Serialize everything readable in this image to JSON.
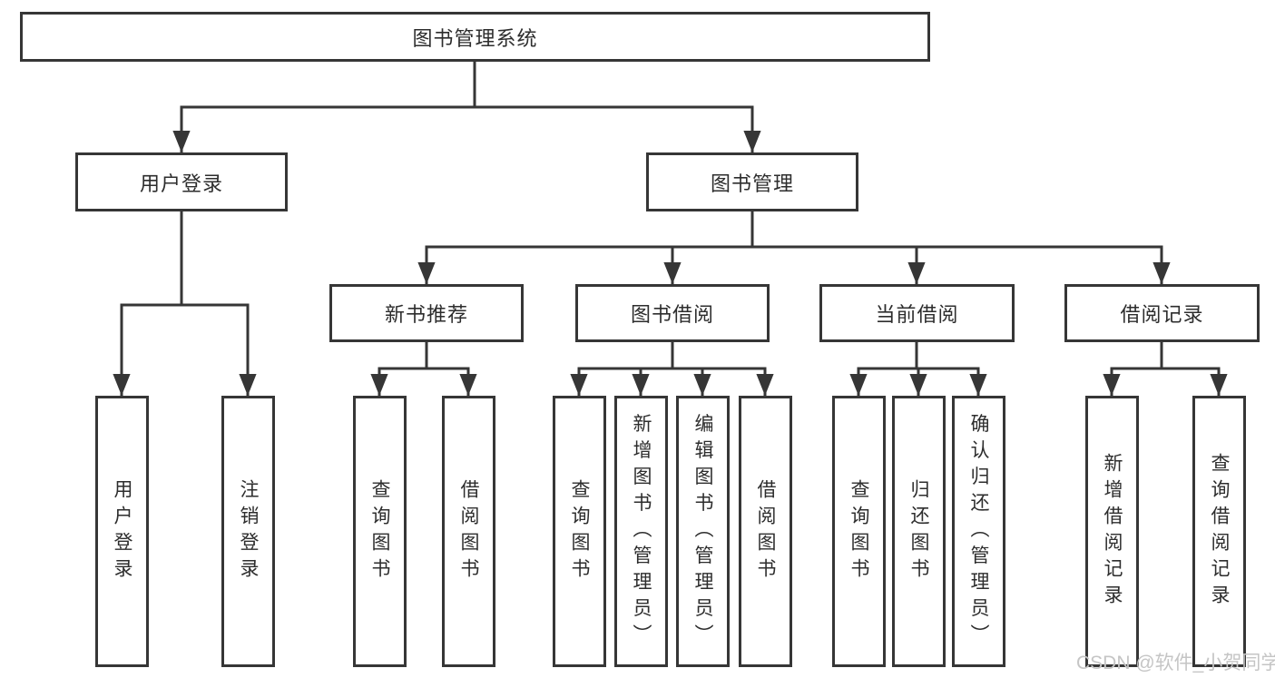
{
  "tree": {
    "root": {
      "label": "图书管理系统"
    },
    "branches": [
      {
        "label": "用户登录",
        "children": [
          {
            "label": "用户登录"
          },
          {
            "label": "注销登录"
          }
        ]
      },
      {
        "label": "图书管理",
        "sections": [
          {
            "label": "新书推荐",
            "children": [
              {
                "label": "查询图书"
              },
              {
                "label": "借阅图书"
              }
            ]
          },
          {
            "label": "图书借阅",
            "children": [
              {
                "label": "查询图书"
              },
              {
                "label": "新增图书（管理员）"
              },
              {
                "label": "编辑图书（管理员）"
              },
              {
                "label": "借阅图书"
              }
            ]
          },
          {
            "label": "当前借阅",
            "children": [
              {
                "label": "查询图书"
              },
              {
                "label": "归还图书"
              },
              {
                "label": "确认归还（管理员）"
              }
            ]
          },
          {
            "label": "借阅记录",
            "children": [
              {
                "label": "新增借阅记录"
              },
              {
                "label": "查询借阅记录"
              }
            ]
          }
        ]
      }
    ]
  },
  "watermark": {
    "text": "CSDN @软件_小贺同学"
  },
  "colors": {
    "line": "#363636",
    "box_border": "#363636",
    "text": "#2d2d2d",
    "watermark": "#c5c5c5",
    "background": "#ffffff"
  }
}
